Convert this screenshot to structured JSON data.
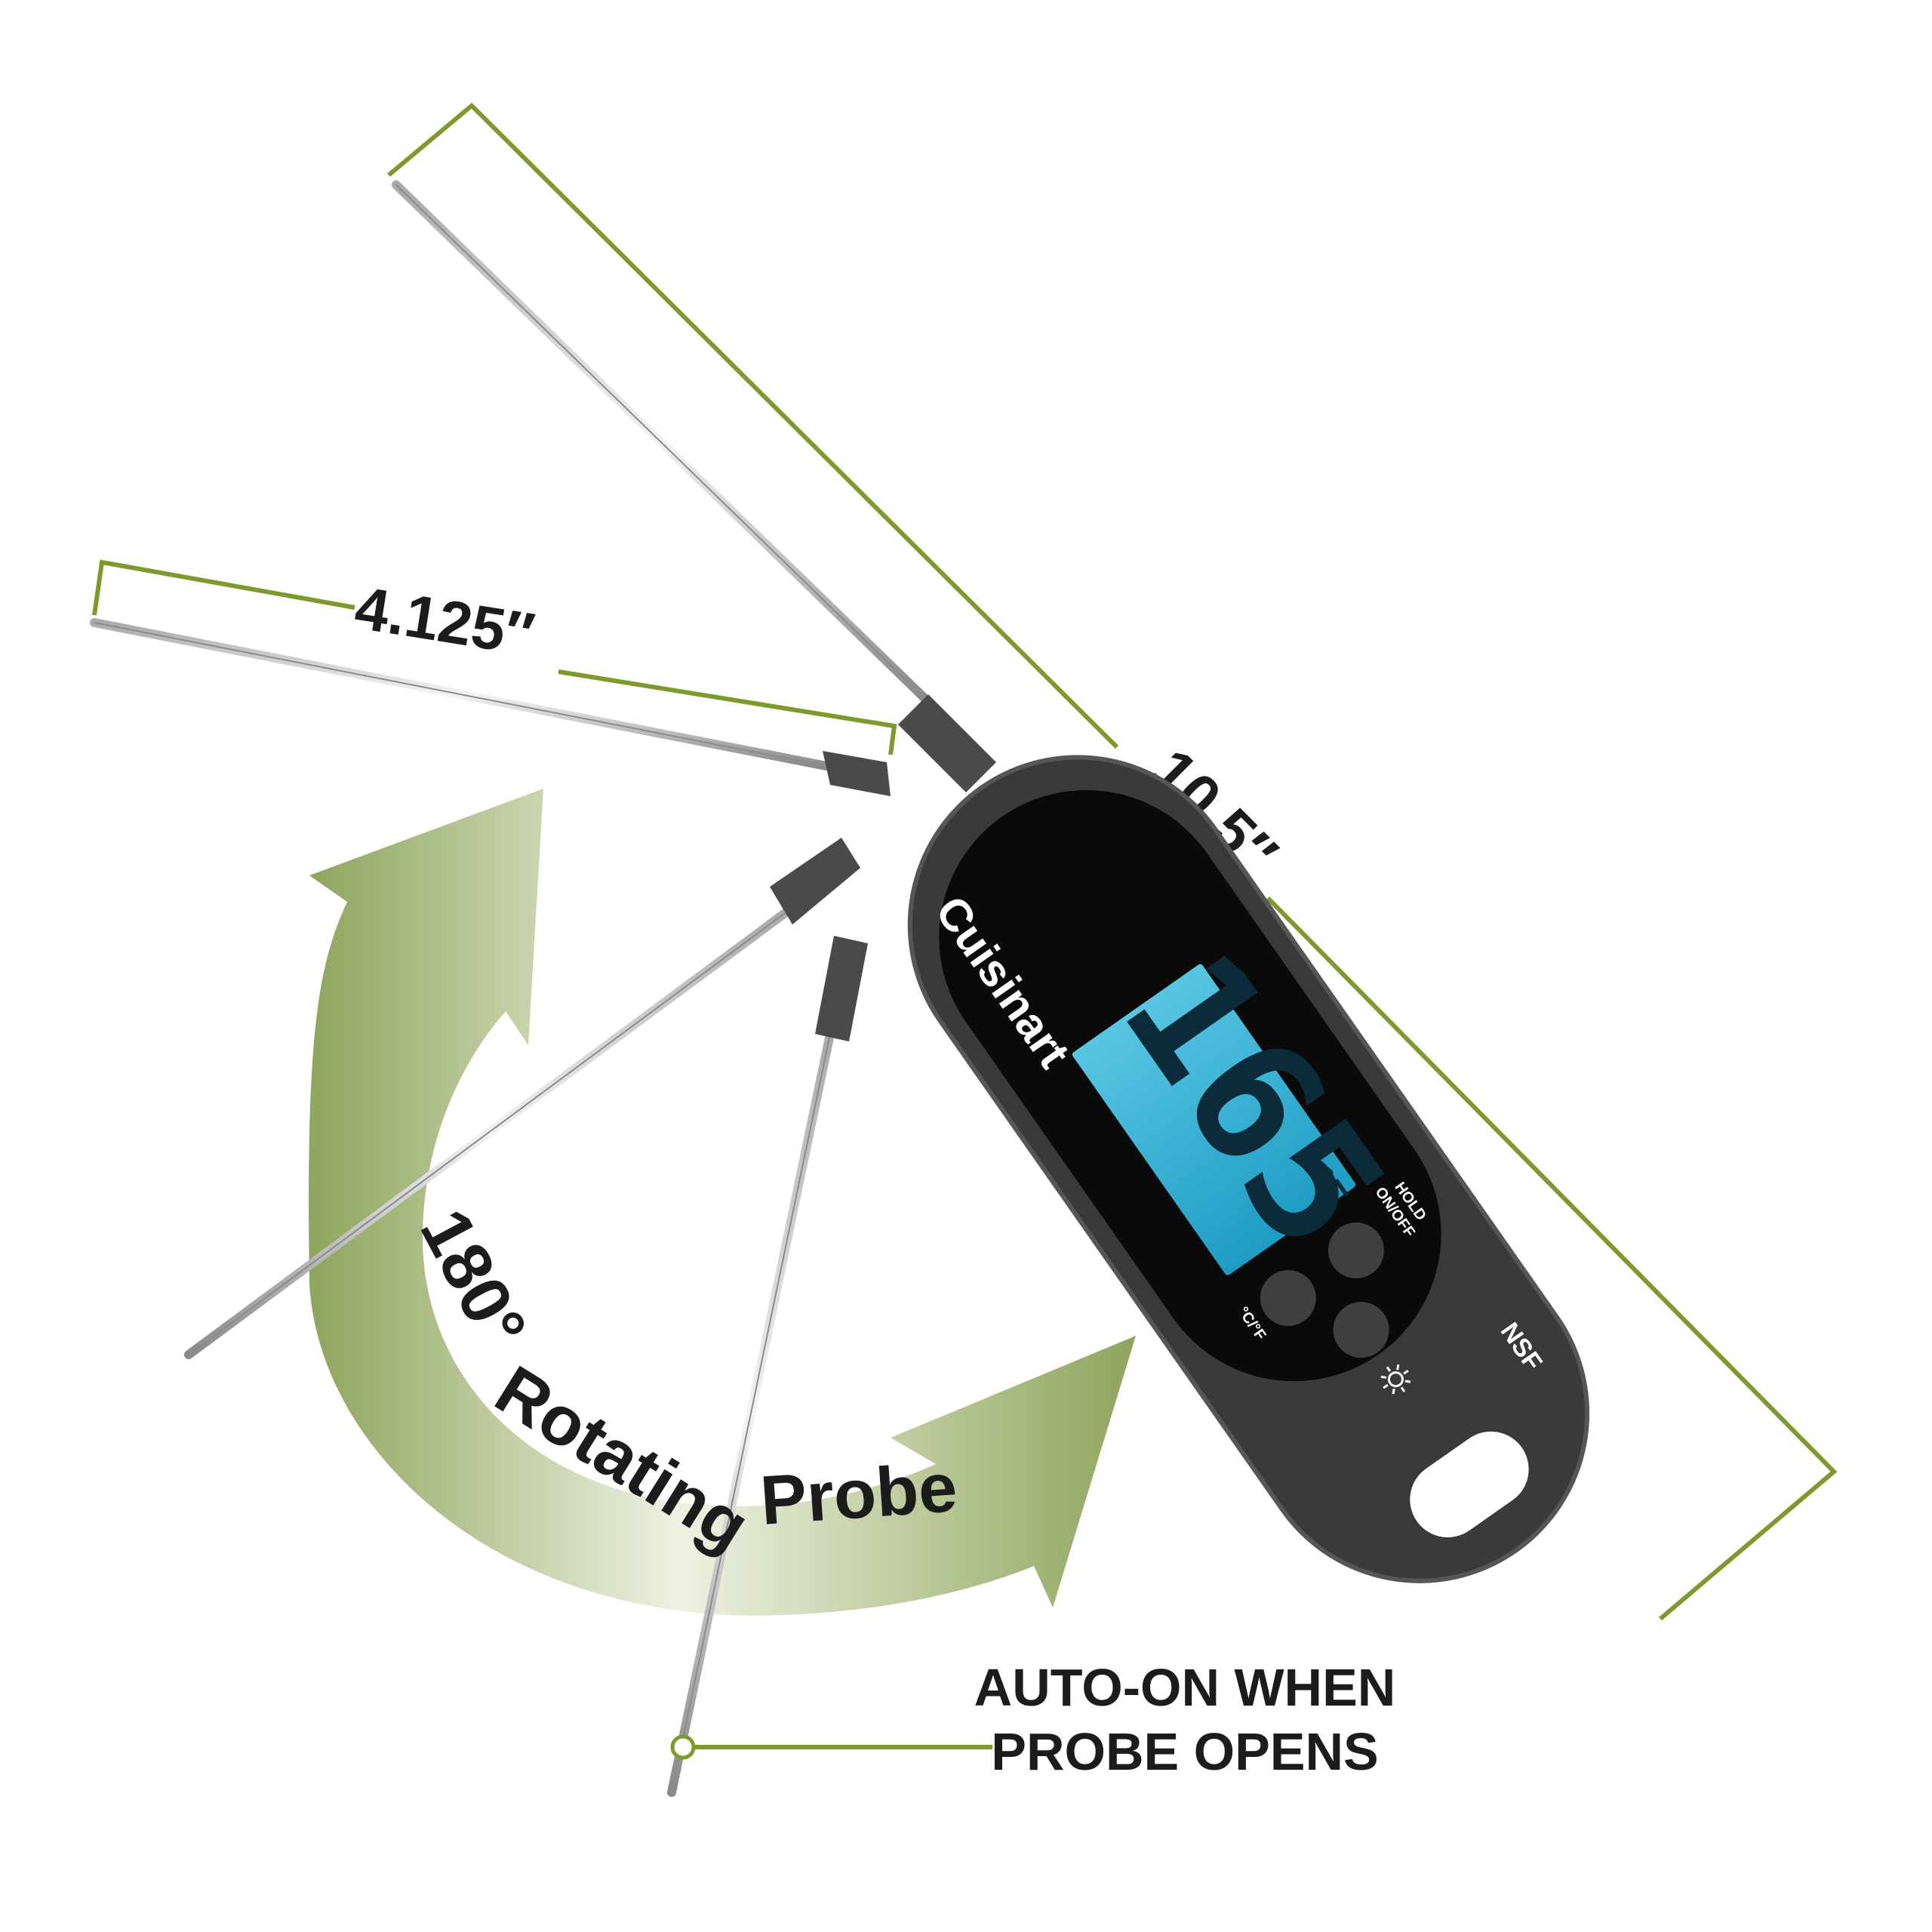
{
  "dimensions": {
    "probe_length": "4.125″",
    "total_length": "10.5″"
  },
  "rotation_label": {
    "prefix": "180°",
    "word1": "Rotating",
    "word2": "Probe"
  },
  "callout": {
    "line1": "AUTO-ON WHEN",
    "line2": "PROBE OPENS"
  },
  "device": {
    "brand": "Cuisinart",
    "display_value": "165",
    "display_unit": "°F",
    "button_unit_label": "°C/°F",
    "button_power_label_top": "ON/OFF",
    "button_power_label_bottom": "HOLD",
    "certification": "NSF"
  },
  "colors": {
    "dimension_line": "#7e9a2c",
    "arrow_dark": "#8ea55c",
    "arrow_light": "#eef2e2",
    "body": "#3a3a3c",
    "face": "#0a0a0a",
    "lcd": "#2fb6d8"
  },
  "icons": {
    "backlight": "sun-icon"
  }
}
